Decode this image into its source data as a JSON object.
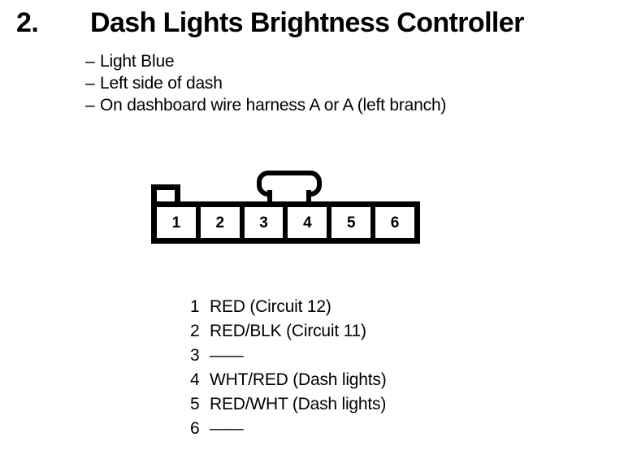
{
  "header": {
    "section_number": "2.",
    "title": "Dash Lights Brightness Controller"
  },
  "description": {
    "bullet_char": "–",
    "lines": [
      "Light Blue",
      "Left side of dash",
      "On dashboard wire harness A or A (left branch)"
    ]
  },
  "connector": {
    "name": "6-pin-connector",
    "pin_count": 6,
    "pins": [
      {
        "number": "1"
      },
      {
        "number": "2"
      },
      {
        "number": "3"
      },
      {
        "number": "4"
      },
      {
        "number": "5"
      },
      {
        "number": "6"
      }
    ],
    "has_latch": true,
    "has_left_notch": true
  },
  "legend": {
    "rows": [
      {
        "pin": "1",
        "label": "RED (Circuit 12)"
      },
      {
        "pin": "2",
        "label": "——"
      },
      {
        "pin": "3",
        "label": "——"
      },
      {
        "pin": "4",
        "label": "WHT/RED (Dash lights)"
      },
      {
        "pin": "5",
        "label": "RED/WHT (Dash lights)"
      },
      {
        "pin": "6",
        "label": "——"
      }
    ]
  },
  "colors": {
    "background": "#ffffff",
    "foreground": "#000000"
  }
}
